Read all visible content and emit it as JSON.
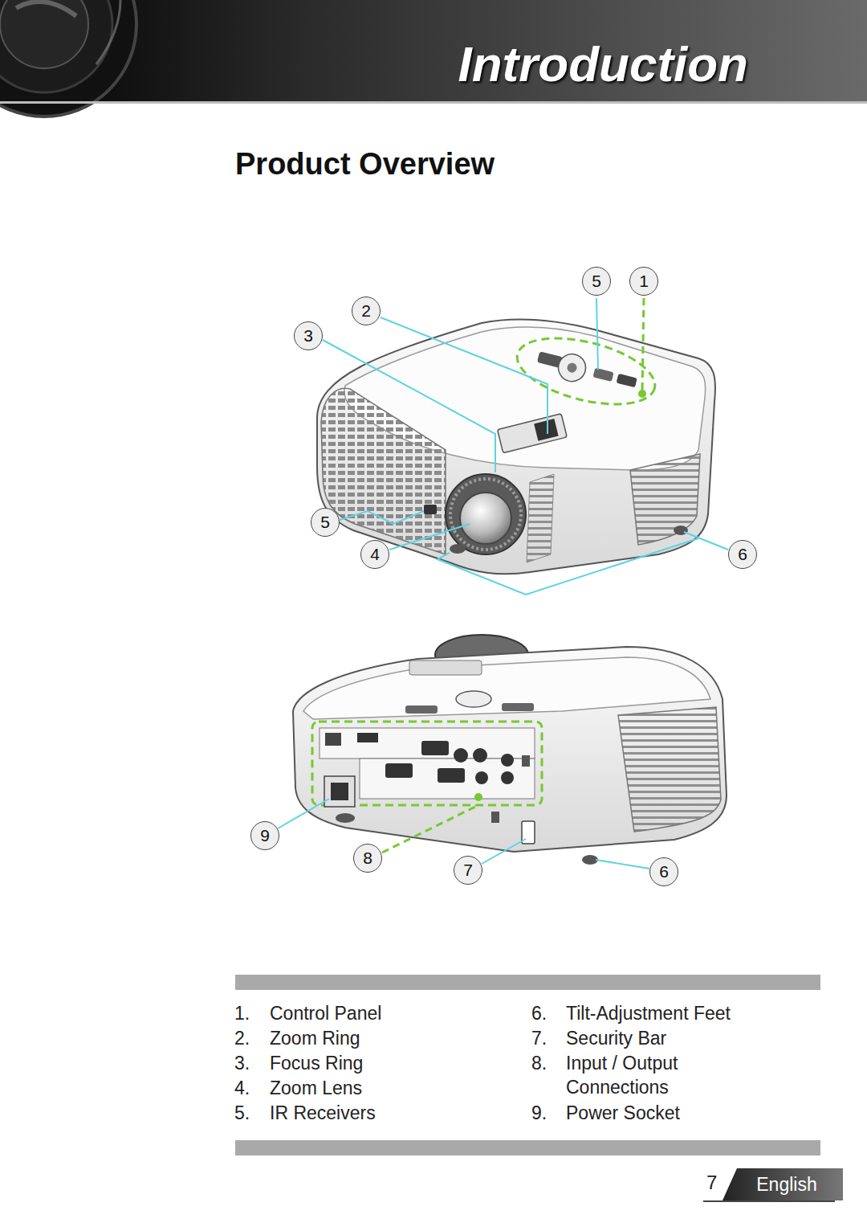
{
  "diagram": {
    "title": "Product Overview",
    "nodes": [
      {
        "text": [
          "5"
        ]
      },
      {
        "text": [
          "1"
        ]
      },
      {
        "text": [
          "2"
        ]
      },
      {
        "text": [
          "3"
        ]
      },
      {
        "text": [
          "5"
        ]
      },
      {
        "text": [
          "4"
        ]
      },
      {
        "text": [
          "6"
        ]
      },
      {
        "text": [
          "9"
        ]
      },
      {
        "text": [
          "8"
        ]
      },
      {
        "text": [
          "7"
        ]
      },
      {
        "text": [
          "6"
        ]
      },
      {
        "text": [
          "English"
        ]
      }
    ],
    "labels": [
      "Introduction",
      "1.",
      "Control Panel",
      "2.",
      "Zoom Ring",
      "3.",
      "Focus Ring",
      "4.",
      "Zoom Lens",
      "5.",
      "IR Receivers",
      "6.",
      "Tilt-Adjustment Feet",
      "7.",
      "Security Bar",
      "8.",
      "Input / Output Connections",
      "9.",
      "Power Socket",
      "7"
    ]
  }
}
